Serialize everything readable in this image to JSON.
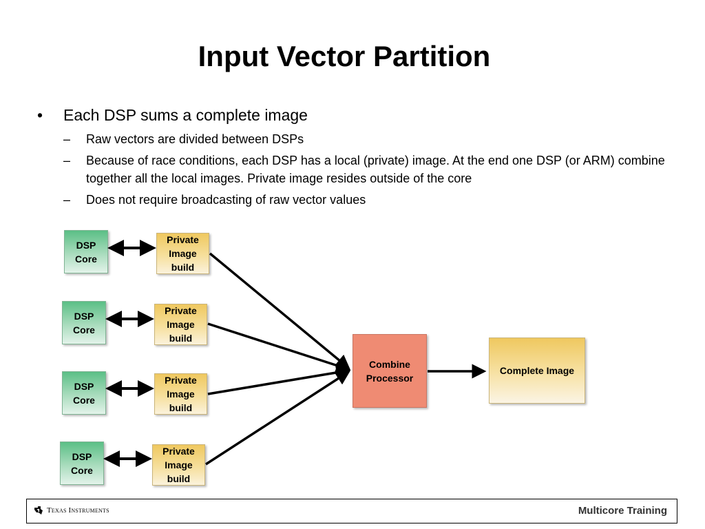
{
  "title": "Input Vector Partition",
  "bullets": {
    "main": "Each DSP sums a complete image",
    "subs": [
      "Raw vectors are divided between DSPs",
      "Because of race conditions, each DSP has a local (private) image. At the end one DSP (or ARM) combine together all the local images. Private image resides outside of the core",
      "Does not require broadcasting of raw vector values"
    ],
    "bullet_mark": "•",
    "dash_mark": "–"
  },
  "diagram": {
    "dsp_label": "DSP Core",
    "private_label": "Private Image build",
    "combine_label": "Combine Processor",
    "complete_label": "Complete Image",
    "colors": {
      "dsp": "#5bbf86",
      "private": "#efc85f",
      "combine": "#ef8b73",
      "complete": "#efc85f",
      "arrow": "#000000"
    }
  },
  "footer": {
    "logo_text": "Texas Instruments",
    "right_text": "Multicore Training"
  }
}
